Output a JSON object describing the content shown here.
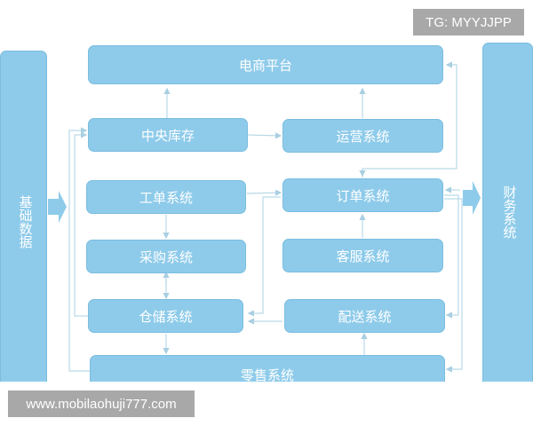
{
  "diagram": {
    "left_bar": {
      "label": "基础数据"
    },
    "right_bar": {
      "label": "财务系统"
    },
    "nodes": {
      "ecommerce": "电商平台",
      "central_inventory": "中央库存",
      "operations": "运营系统",
      "work_order": "工单系统",
      "order": "订单系统",
      "purchase": "采购系统",
      "customer_service": "客服系统",
      "warehouse": "仓储系统",
      "delivery": "配送系统",
      "retail": "零售系统"
    },
    "colors": {
      "box_fill": "#8ecbea",
      "box_border": "#7bbde0",
      "line": "#b9d9e8",
      "text": "#ffffff"
    }
  },
  "watermarks": {
    "top_right": "TG: MYYJJPP",
    "bottom_left": "www.mobilaohuji777.com"
  }
}
